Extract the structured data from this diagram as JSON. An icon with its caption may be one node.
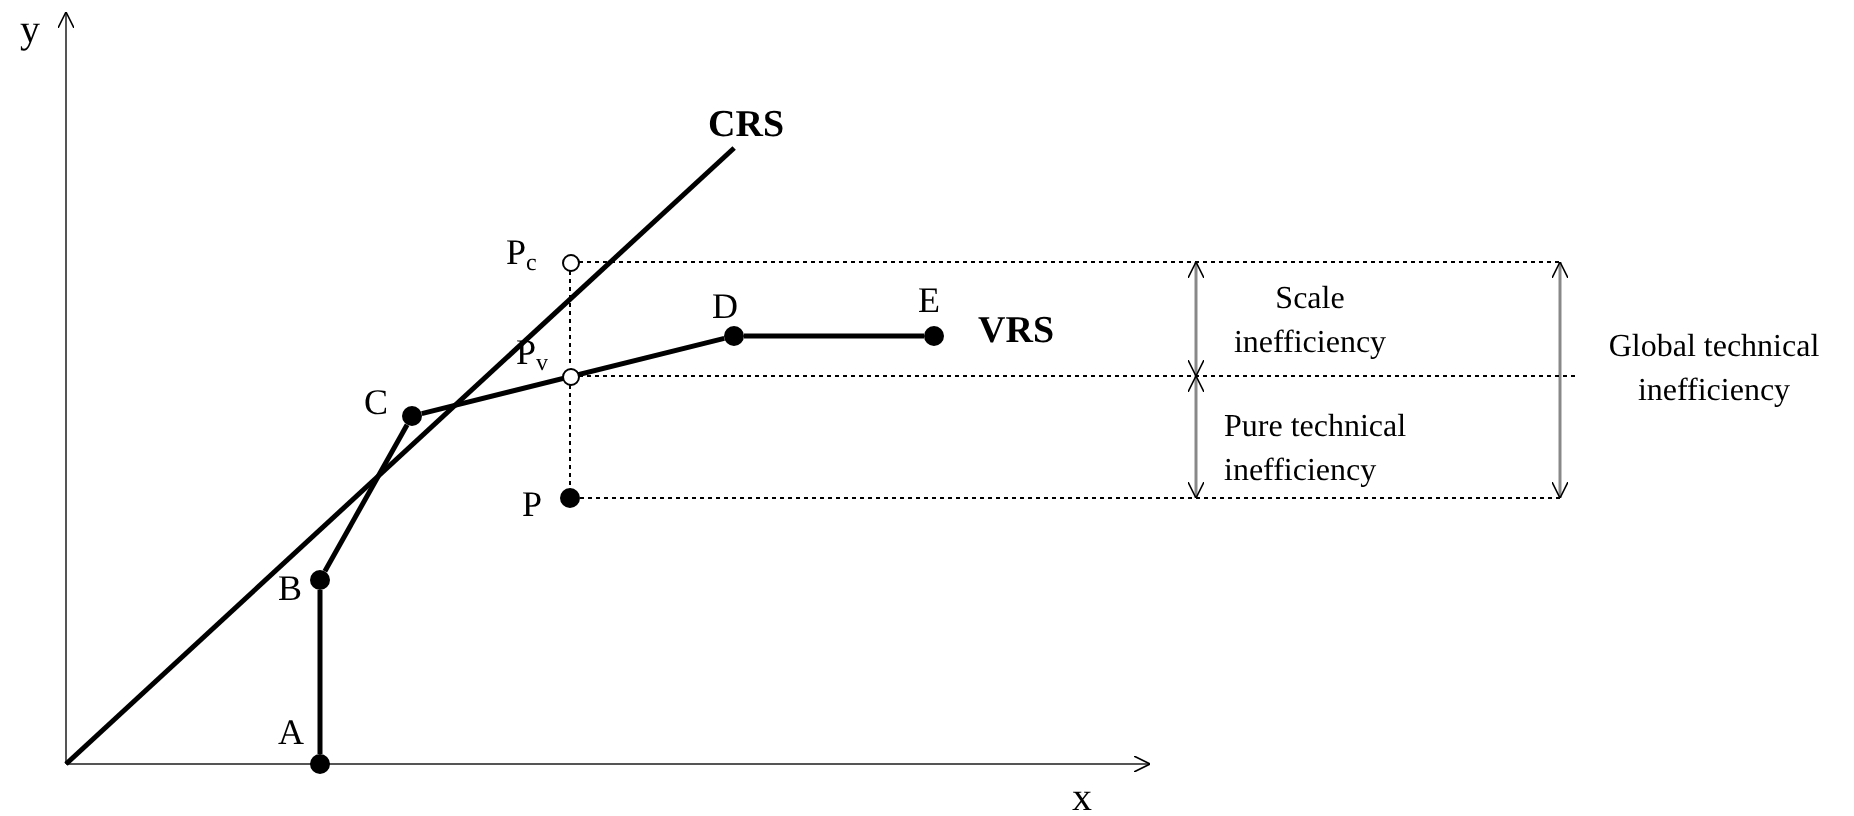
{
  "diagram": {
    "nodes": [
      {
        "text": [
          "A"
        ]
      },
      {
        "text": [
          "B"
        ]
      },
      {
        "text": [
          "C"
        ]
      },
      {
        "text": [
          "P$_{c}$"
        ]
      },
      {
        "text": [
          "D"
        ]
      },
      {
        "text": [
          "E"
        ]
      },
      {
        "text": [
          "P$_{v}$"
        ]
      },
      {
        "text": [
          "P"
        ]
      },
      {
        "text": [
          "CRS"
        ]
      },
      {
        "text": [
          "VRS"
        ]
      }
    ],
    "edges": [
      {
        "from": 0,
        "to": 1,
        "arrow": "none",
        "style": "thick"
      },
      {
        "from": 1,
        "to": 2,
        "arrow": "none",
        "style": "thick"
      },
      {
        "from": 2,
        "to": 4,
        "arrow": "none",
        "style": "thick"
      },
      {
        "from": 4,
        "to": 5,
        "arrow": "none",
        "style": "thick"
      },
      {
        "from": null,
        "to": 8,
        "arrow": "none",
        "style": "thick"
      },
      {
        "from": 3,
        "to": 6,
        "arrow": "none",
        "style": "dashed"
      },
      {
        "from": 6,
        "to": 7,
        "arrow": "none",
        "style": "dashed"
      },
      {
        "from": 3,
        "to": null,
        "arrow": "none",
        "style": "dashed"
      },
      {
        "from": 6,
        "to": null,
        "arrow": "none",
        "style": "dashed"
      },
      {
        "from": 7,
        "to": null,
        "arrow": "none",
        "style": "dashed"
      }
    ],
    "labels": [
      "y",
      "Scale inefficiency",
      "Global technical inefficiency",
      "Pure technical inefficiency",
      "x"
    ]
  }
}
